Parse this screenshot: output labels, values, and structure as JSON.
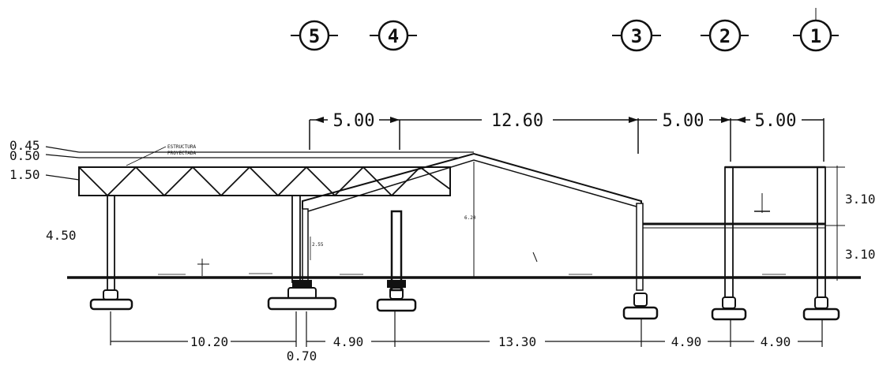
{
  "axes": [
    "5",
    "4",
    "3",
    "2",
    "1"
  ],
  "top_dimensions": [
    "5.00",
    "12.60",
    "5.00",
    "5.00"
  ],
  "bottom_dimensions": [
    "10.20",
    "4.90",
    "13.30",
    "4.90",
    "4.90"
  ],
  "bottom_sub_dimension": "0.70",
  "left_dimensions": [
    "0.45",
    "0.50",
    "1.50",
    "4.50"
  ],
  "right_dimensions": [
    "3.10",
    "3.10"
  ],
  "annotations": {
    "truss_note_1": "ESTRUCTURA",
    "truss_note_2": "PROYECTADA",
    "ridge_height": "6.20",
    "column_height": "2.55"
  }
}
